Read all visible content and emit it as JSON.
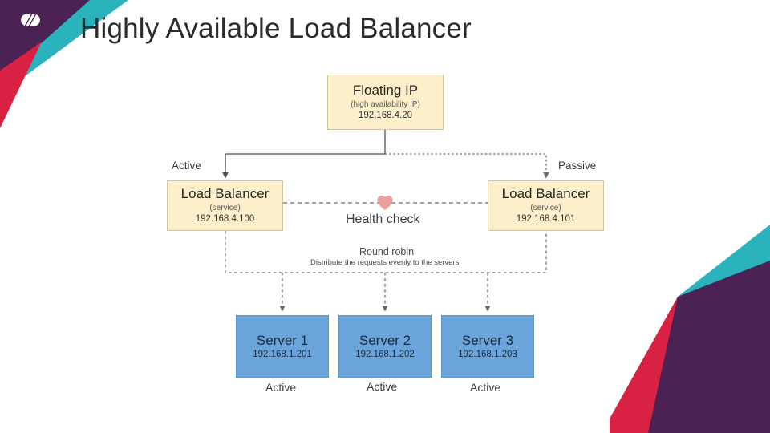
{
  "slide": {
    "title": "Highly Available Load Balancer",
    "background": "#ffffff"
  },
  "branding": {
    "logo_name": "company-logo",
    "colors": {
      "purple": "#4a2254",
      "teal": "#2bb3bd",
      "crimson": "#d92144",
      "white": "#ffffff"
    }
  },
  "palette": {
    "node_fill_yellow": "#fcefc9",
    "node_border_yellow": "#cfc49e",
    "node_fill_blue": "#6aa4da",
    "node_border_blue": "#5f98cd",
    "connector": "#4d4d4d",
    "heart": "#e8a0a0",
    "text": "#2b2b2b"
  },
  "diagram": {
    "type": "network-architecture",
    "floating_ip": {
      "title": "Floating IP",
      "subtitle": "(high availability IP)",
      "ip": "192.168.4.20"
    },
    "load_balancers": [
      {
        "state": "Active",
        "title": "Load Balancer",
        "subtitle": "(service)",
        "ip": "192.168.4.100",
        "link_style": "solid"
      },
      {
        "state": "Passive",
        "title": "Load Balancer",
        "subtitle": "(service)",
        "ip": "192.168.4.101",
        "link_style": "dotted"
      }
    ],
    "health_check": {
      "label": "Health check",
      "icon": "heart-icon",
      "link_style": "dashed"
    },
    "distribution": {
      "title": "Round robin",
      "subtitle": "Distribute the requests evenly to the servers",
      "link_style": "dashed"
    },
    "servers": [
      {
        "title": "Server 1",
        "ip": "192.168.1.201",
        "state": "Active"
      },
      {
        "title": "Server 2",
        "ip": "192.168.1.202",
        "state": "Active"
      },
      {
        "title": "Server 3",
        "ip": "192.168.1.203",
        "state": "Active"
      }
    ]
  }
}
